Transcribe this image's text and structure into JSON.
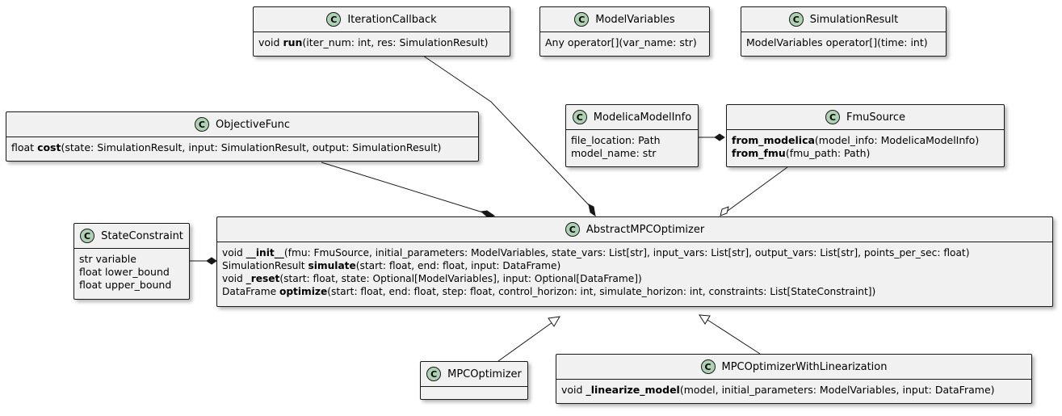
{
  "classes": {
    "iteration_callback": {
      "name": "IterationCallback",
      "members": [
        {
          "pre": "void ",
          "bold": "run",
          "post": "(iter_num: int, res: SimulationResult)"
        }
      ]
    },
    "model_variables": {
      "name": "ModelVariables",
      "members": [
        {
          "pre": "Any operator[](var_name: str)",
          "bold": "",
          "post": ""
        }
      ]
    },
    "simulation_result": {
      "name": "SimulationResult",
      "members": [
        {
          "pre": "ModelVariables operator[](time: int)",
          "bold": "",
          "post": ""
        }
      ]
    },
    "objective_func": {
      "name": "ObjectiveFunc",
      "members": [
        {
          "pre": "float ",
          "bold": "cost",
          "post": "(state: SimulationResult, input: SimulationResult, output: SimulationResult)"
        }
      ]
    },
    "modelica_model_info": {
      "name": "ModelicaModelInfo",
      "members": [
        {
          "pre": "file_location: Path",
          "bold": "",
          "post": ""
        },
        {
          "pre": "model_name: str",
          "bold": "",
          "post": ""
        }
      ]
    },
    "fmu_source": {
      "name": "FmuSource",
      "members": [
        {
          "pre": "",
          "bold": "from_modelica",
          "post": "(model_info: ModelicaModelInfo)"
        },
        {
          "pre": "",
          "bold": "from_fmu",
          "post": "(fmu_path: Path)"
        }
      ]
    },
    "state_constraint": {
      "name": "StateConstraint",
      "members": [
        {
          "pre": "str variable",
          "bold": "",
          "post": ""
        },
        {
          "pre": "float lower_bound",
          "bold": "",
          "post": ""
        },
        {
          "pre": "float upper_bound",
          "bold": "",
          "post": ""
        }
      ]
    },
    "abstract_mpc_optimizer": {
      "name": "AbstractMPCOptimizer",
      "members": [
        {
          "pre": "void ",
          "bold": "__init__",
          "post": "(fmu: FmuSource, initial_parameters: ModelVariables, state_vars: List[str], input_vars: List[str], output_vars: List[str], points_per_sec: float)"
        },
        {
          "pre": "SimulationResult ",
          "bold": "simulate",
          "post": "(start: float, end: float, input: DataFrame)"
        },
        {
          "pre": "void ",
          "bold": "_reset",
          "post": "(start: float, state: Optional[ModelVariables], input: Optional[DataFrame])"
        },
        {
          "pre": "DataFrame ",
          "bold": "optimize",
          "post": "(start: float, end: float, step: float, control_horizon: int, simulate_horizon: int, constraints: List[StateConstraint])"
        }
      ]
    },
    "mpc_optimizer": {
      "name": "MPCOptimizer",
      "members": []
    },
    "mpc_optimizer_with_linearization": {
      "name": "MPCOptimizerWithLinearization",
      "members": [
        {
          "pre": "void ",
          "bold": "_linearize_model",
          "post": "(model, initial_parameters: ModelVariables, input: DataFrame)"
        }
      ]
    }
  },
  "class_icon_letter": "C",
  "colors": {
    "class_fill": "#f1f1f1",
    "class_icon": "#add1b2",
    "border": "#181818"
  },
  "relations": [
    {
      "from": "IterationCallback",
      "to": "AbstractMPCOptimizer",
      "type": "composition"
    },
    {
      "from": "ObjectiveFunc",
      "to": "AbstractMPCOptimizer",
      "type": "composition"
    },
    {
      "from": "StateConstraint",
      "to": "AbstractMPCOptimizer",
      "type": "composition"
    },
    {
      "from": "FmuSource",
      "to": "AbstractMPCOptimizer",
      "type": "aggregation"
    },
    {
      "from": "ModelicaModelInfo",
      "to": "FmuSource",
      "type": "composition"
    },
    {
      "from": "MPCOptimizer",
      "to": "AbstractMPCOptimizer",
      "type": "inheritance"
    },
    {
      "from": "MPCOptimizerWithLinearization",
      "to": "AbstractMPCOptimizer",
      "type": "inheritance"
    }
  ]
}
